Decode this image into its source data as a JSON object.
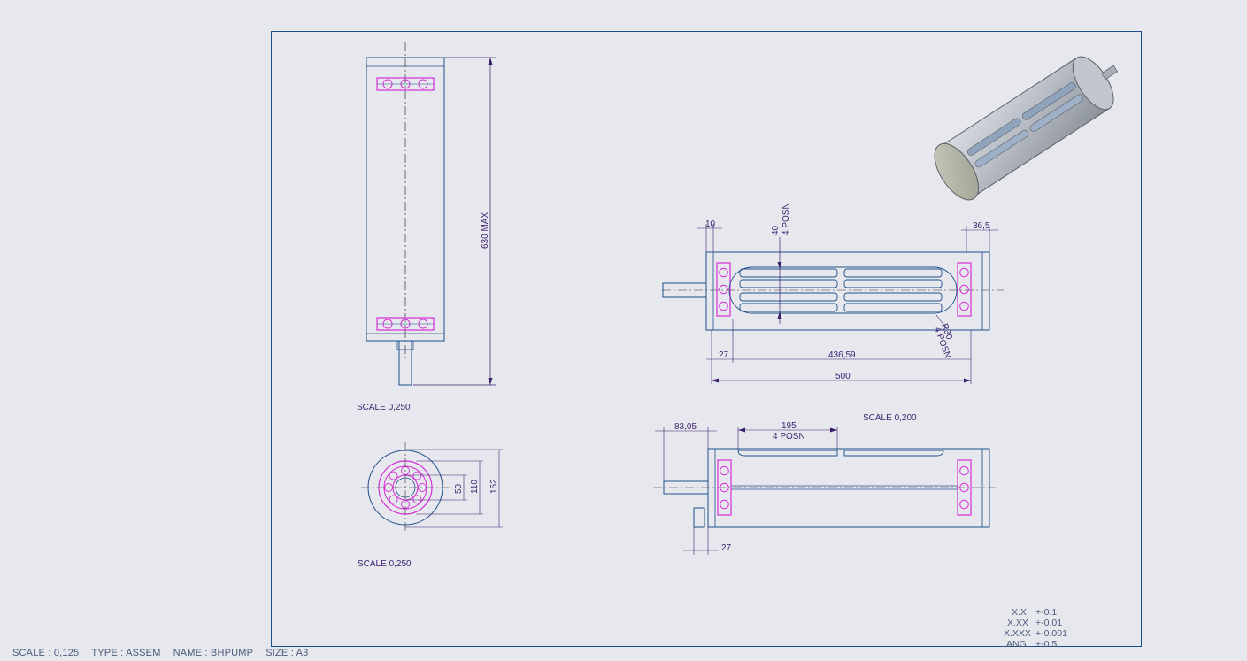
{
  "status_bar": {
    "scale": "SCALE : 0,125",
    "type": "TYPE : ASSEM",
    "name": "NAME : BHPUMP",
    "size": "SIZE : A3"
  },
  "views": {
    "front": {
      "scale_label": "SCALE 0,250",
      "height_dim": "630 MAX"
    },
    "end": {
      "scale_label": "SCALE 0,250",
      "dia_inner": "50",
      "dia_mid": "110",
      "dia_outer": "152"
    },
    "top": {
      "dim_left_offset": "10",
      "dim_right_offset": "36,5",
      "dim_center": "40",
      "dim_center_note": "4 POSN",
      "dim_radius": "R30",
      "dim_radius_note": "4 POSN",
      "dim_27": "27",
      "dim_43659": "436,59",
      "dim_500": "500"
    },
    "side": {
      "scale_label": "SCALE 0,200",
      "dim_8305": "83,05",
      "dim_195": "195",
      "dim_195_note": "4 POSN",
      "dim_27": "27"
    }
  },
  "tolerances": [
    {
      "label": "X.X",
      "value": "+-0.1"
    },
    {
      "label": "X.XX",
      "value": "+-0.01"
    },
    {
      "label": "X.XXX",
      "value": "+-0.001"
    },
    {
      "label": "ANG.",
      "value": "+-0.5"
    }
  ],
  "colors": {
    "background": "#e6e8ee",
    "outline": "#1f4f8a",
    "dimension": "#3b1f6e",
    "bearing": "#d62fd6"
  }
}
